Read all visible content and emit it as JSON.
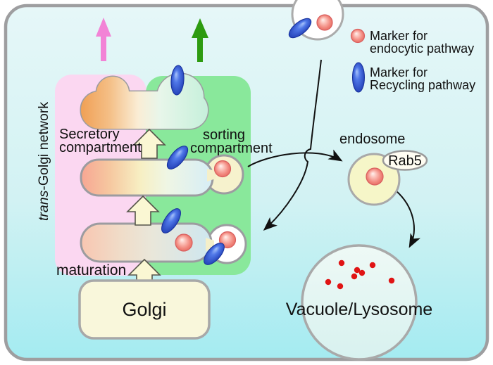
{
  "diagram": {
    "vertical_title": {
      "italic_part": "trans",
      "rest_part": "-Golgi network"
    },
    "labels": {
      "secretory_line1": "Secretory",
      "secretory_line2": "compartment",
      "sorting_line1": "sorting",
      "sorting_line2": "compartment",
      "maturation": "maturation",
      "golgi": "Golgi",
      "endosome": "endosome",
      "rab5": "Rab5",
      "vacuole": "Vacuole/Lysosome"
    },
    "legend": {
      "endocytic": {
        "line1": "Marker for",
        "line2": "endocytic pathway",
        "marker": "red-sphere"
      },
      "recycling": {
        "line1": "Marker for",
        "line2": "Recycling pathway",
        "marker": "blue-ellipse"
      }
    },
    "markers": {
      "endocytic_marker_shape": "red-sphere",
      "recycling_marker_shape": "blue-ellipse",
      "vacuole_dot_count": 8
    },
    "palette": {
      "frame_border": "#9E9EA0",
      "background_top": "#E6F7F8",
      "background_bottom": "#A4EBF1",
      "secretory_region_pink": "#FBD7F1",
      "sorting_region_green": "#89E89B",
      "membrane_outline": "#9C9CA0",
      "organelle_yellow": "#F9F7DB",
      "block_arrow_yellow": "#FAF7D3",
      "pink_arrow": "#F283D6",
      "green_arrow": "#2D9B10",
      "endocytic_marker_red": "#E4685E",
      "recycling_marker_blue": "#1C38B0",
      "vacuole_dot_red": "#E01414",
      "rab5_text": "#B4702A",
      "curve_arrow_black": "#111111"
    }
  }
}
